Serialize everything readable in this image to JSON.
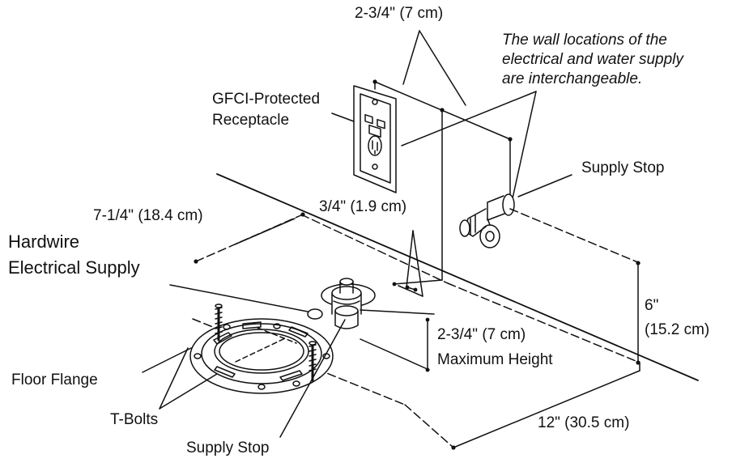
{
  "note": {
    "lines": [
      "The wall locations of the",
      "electrical and water supply",
      "are interchangeable."
    ]
  },
  "labels": {
    "gfci_line1": "GFCI-Protected",
    "gfci_line2": "Receptacle",
    "dim_receptacle_offset": "2-3/4\" (7 cm)",
    "supply_stop_wall": "Supply Stop",
    "dim_flange_to_wall": "7-1/4\" (18.4 cm)",
    "dim_stop_offset": "3/4\" (1.9 cm)",
    "hardwire_line1": "Hardwire",
    "hardwire_line2": "Electrical Supply",
    "dim_height_line1": "6\"",
    "dim_height_line2": "(15.2 cm)",
    "dim_max_height_line1": "2-3/4\" (7 cm)",
    "dim_max_height_line2": "Maximum Height",
    "floor_flange": "Floor Flange",
    "t_bolts": "T-Bolts",
    "supply_stop_floor": "Supply Stop",
    "dim_wall_spacing": "12\" (30.5 cm)"
  }
}
